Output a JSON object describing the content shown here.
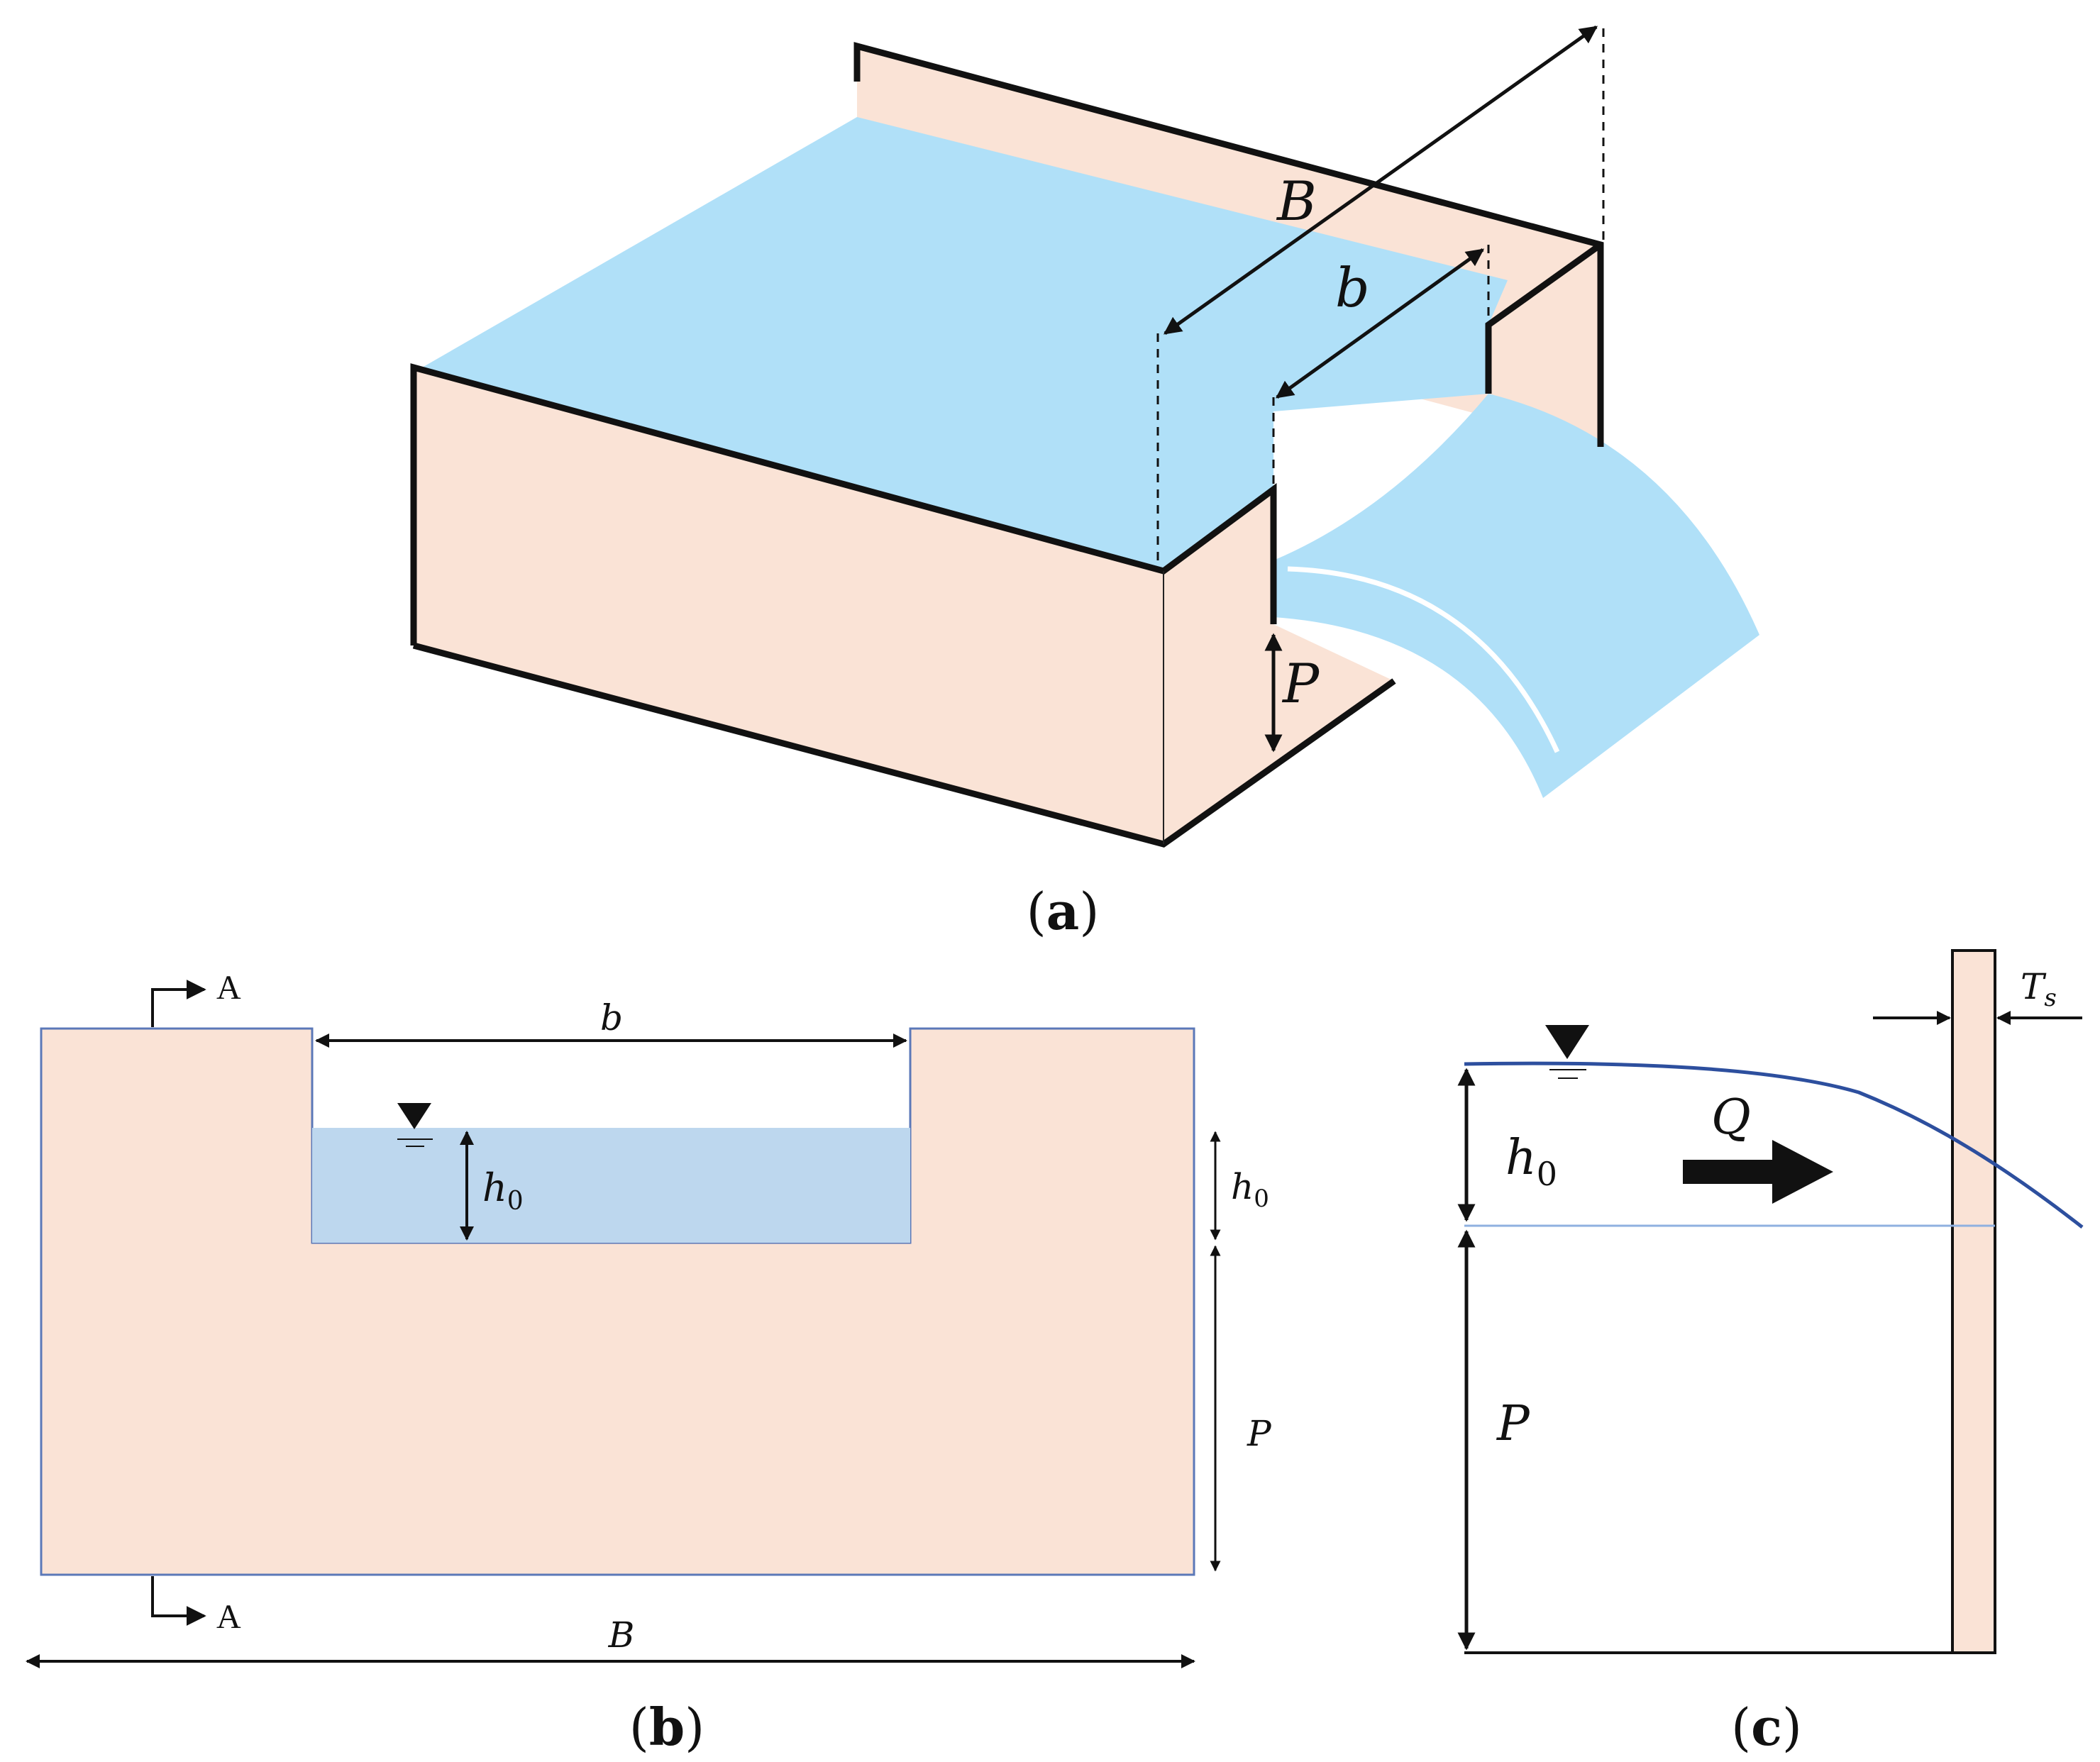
{
  "colors": {
    "wall": "#fae3d6",
    "water_3d": "#b0e0f8",
    "water_2d": "#bdd7ee",
    "outline": "#111111",
    "thin_outline": "#5b78b8",
    "profile": "#2d4f9e",
    "ref_line": "#8fb0e0"
  },
  "panel_a": {
    "caption_open": "(",
    "caption_letter": "a",
    "caption_close": ")",
    "label_B": "B",
    "label_b": "b",
    "label_P": "P"
  },
  "panel_b": {
    "caption_open": "(",
    "caption_letter": "b",
    "caption_close": ")",
    "section_top": "A",
    "section_bottom": "A",
    "label_b": "b",
    "label_h": "h",
    "label_h_sub": "0",
    "label_h_right": "h",
    "label_h_right_sub": "0",
    "label_P": "P",
    "label_B": "B",
    "water_level_icon": "water-level-triangle"
  },
  "panel_c": {
    "caption_open": "(",
    "caption_letter": "c",
    "caption_close": ")",
    "label_T": "T",
    "label_T_sub": "s",
    "label_Q": "Q",
    "label_h": "h",
    "label_h_sub": "0",
    "label_P": "P",
    "water_level_icon": "water-level-triangle",
    "flow_icon": "flow-arrow-right"
  }
}
